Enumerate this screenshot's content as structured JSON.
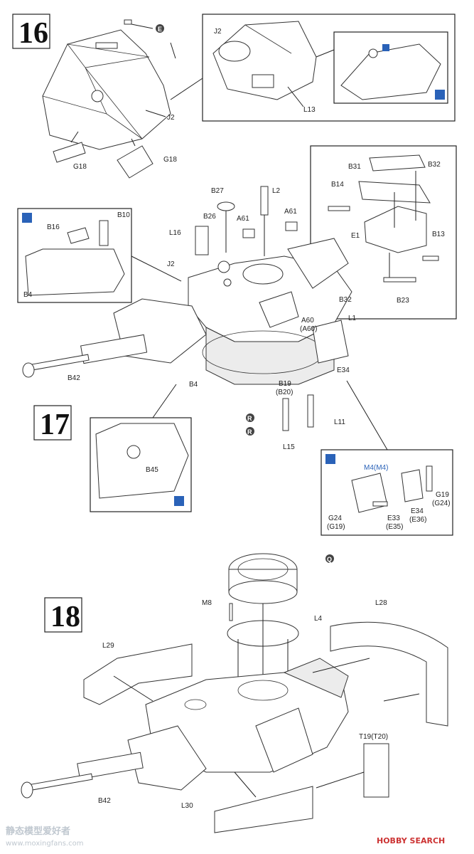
{
  "steps": {
    "s16": "16",
    "s17": "17",
    "s18": "18"
  },
  "labels": {
    "E_circle": "E",
    "J2_a": "J2",
    "G18_a": "G18",
    "G18_b": "G18",
    "J2_inset": "J2",
    "L13": "L13",
    "B32_top": "B32",
    "B31": "B31",
    "B14": "B14",
    "E1": "E1",
    "B13": "B13",
    "B23": "B23",
    "B27": "B27",
    "L2": "L2",
    "B26": "B26",
    "A61_a": "A61",
    "A61_b": "A61",
    "L16": "L16",
    "B16": "B16",
    "B10": "B10",
    "B4_inset": "B4",
    "J2_main": "J2",
    "B32_main": "B32",
    "A60": "A60",
    "A60_alt": "(A60)",
    "L1": "L1",
    "E34": "E34",
    "B42_a": "B42",
    "B4_main": "B4",
    "B19": "B19",
    "B20": "(B20)",
    "R": "R",
    "R_alt": "R",
    "L11": "L11",
    "L15": "L15",
    "B45": "B45",
    "M4": "M4(M4)",
    "G19": "G19",
    "G24_alt": "(G24)",
    "G24": "G24",
    "G19_alt": "(G19)",
    "E33": "E33",
    "E35": "(E35)",
    "E34_b": "E34",
    "E36": "(E36)",
    "Q": "Q",
    "M8": "M8",
    "L4": "L4",
    "L28": "L28",
    "L29": "L29",
    "T19": "T19(T20)",
    "B42_b": "B42",
    "L30": "L30"
  },
  "watermarks": {
    "left_cn": "静态模型爱好者",
    "left_url": "www.moxingfans.com",
    "right": "HOBBY SEARCH"
  }
}
